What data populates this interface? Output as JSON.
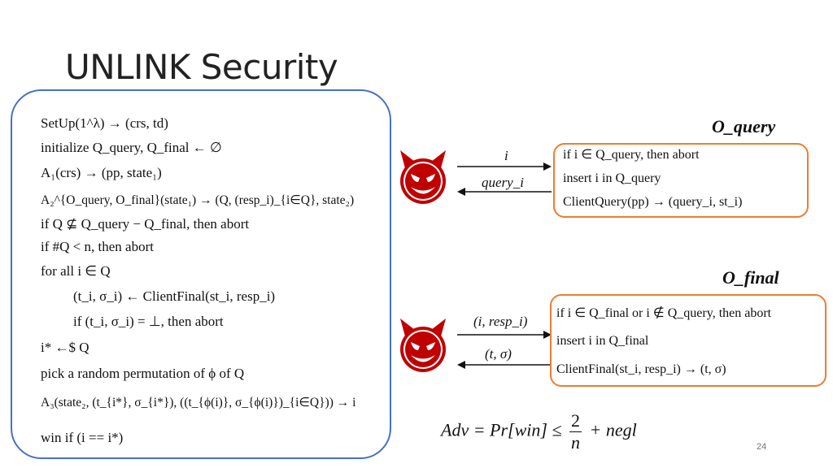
{
  "title": "UNLINK Security",
  "game_lines": [
    "SetUp(1^λ) → (crs, td)",
    "initialize Q_query, Q_final ← ∅",
    "A₁(crs) → (pp, state₁)",
    "A₂^{O_query, O_final}(state₁) → (Q, (resp_i)_{i∈Q}, state₂)",
    "if Q ⊈ Q_query − Q_final, then abort",
    "if #Q < n, then abort",
    "for all i ∈ Q",
    "(t_i, σ_i) ← ClientFinal(st_i, resp_i)",
    "if (t_i, σ_i) = ⊥, then abort",
    "i* ←$ Q",
    "pick a random permutation of ϕ of Q",
    "A₃(state₂, (t_{i*}, σ_{i*}), ((t_{ϕ(i)}, σ_{ϕ(i)})_{i∈Q})) → i",
    "win if (i == i*)"
  ],
  "oracle_query": {
    "title": "O_query",
    "lines": [
      "if i ∈ Q_query, then abort",
      "insert i in Q_query",
      "ClientQuery(pp) → (query_i, st_i)"
    ],
    "arrow_in": "i",
    "arrow_out": "query_i"
  },
  "oracle_final": {
    "title": "O_final",
    "lines": [
      "if i ∈ Q_final or i ∉ Q_query, then abort",
      "insert i in Q_final",
      "ClientFinal(st_i, resp_i) → (t, σ)"
    ],
    "arrow_in": "(i, resp_i)",
    "arrow_out": "(t, σ)"
  },
  "advantage": {
    "lhs": "Adv = Pr[win] ≤",
    "frac_num": "2",
    "frac_den": "n",
    "rhs": "+ negl"
  },
  "page_number": "24",
  "colors": {
    "game_border": "#4472C4",
    "oracle_border": "#ED7D31",
    "devil": "#C00000"
  },
  "icons": [
    "devil-face-icon",
    "devil-face-icon"
  ]
}
